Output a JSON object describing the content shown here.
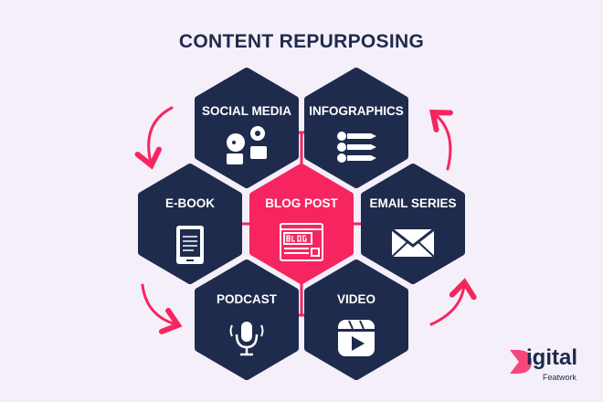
{
  "title": "CONTENT REPURPOSING",
  "center": {
    "label": "BLOG POST",
    "icon": "blog-browser-icon"
  },
  "nodes": [
    {
      "label": "SOCIAL MEDIA",
      "icon": "social-chat-bubbles-icon"
    },
    {
      "label": "INFOGRAPHICS",
      "icon": "list-arrows-icon"
    },
    {
      "label": "E-BOOK",
      "icon": "ebook-reader-icon"
    },
    {
      "label": "EMAIL SERIES",
      "icon": "envelope-icon"
    },
    {
      "label": "PODCAST",
      "icon": "microphone-icon"
    },
    {
      "label": "VIDEO",
      "icon": "video-clapper-icon"
    }
  ],
  "logo": {
    "main": "igital",
    "sub": "Featwork",
    "full": "Digital Featwork"
  },
  "colors": {
    "navy": "#1f2b4d",
    "pink": "#f7255f",
    "background": "#f5effa"
  }
}
